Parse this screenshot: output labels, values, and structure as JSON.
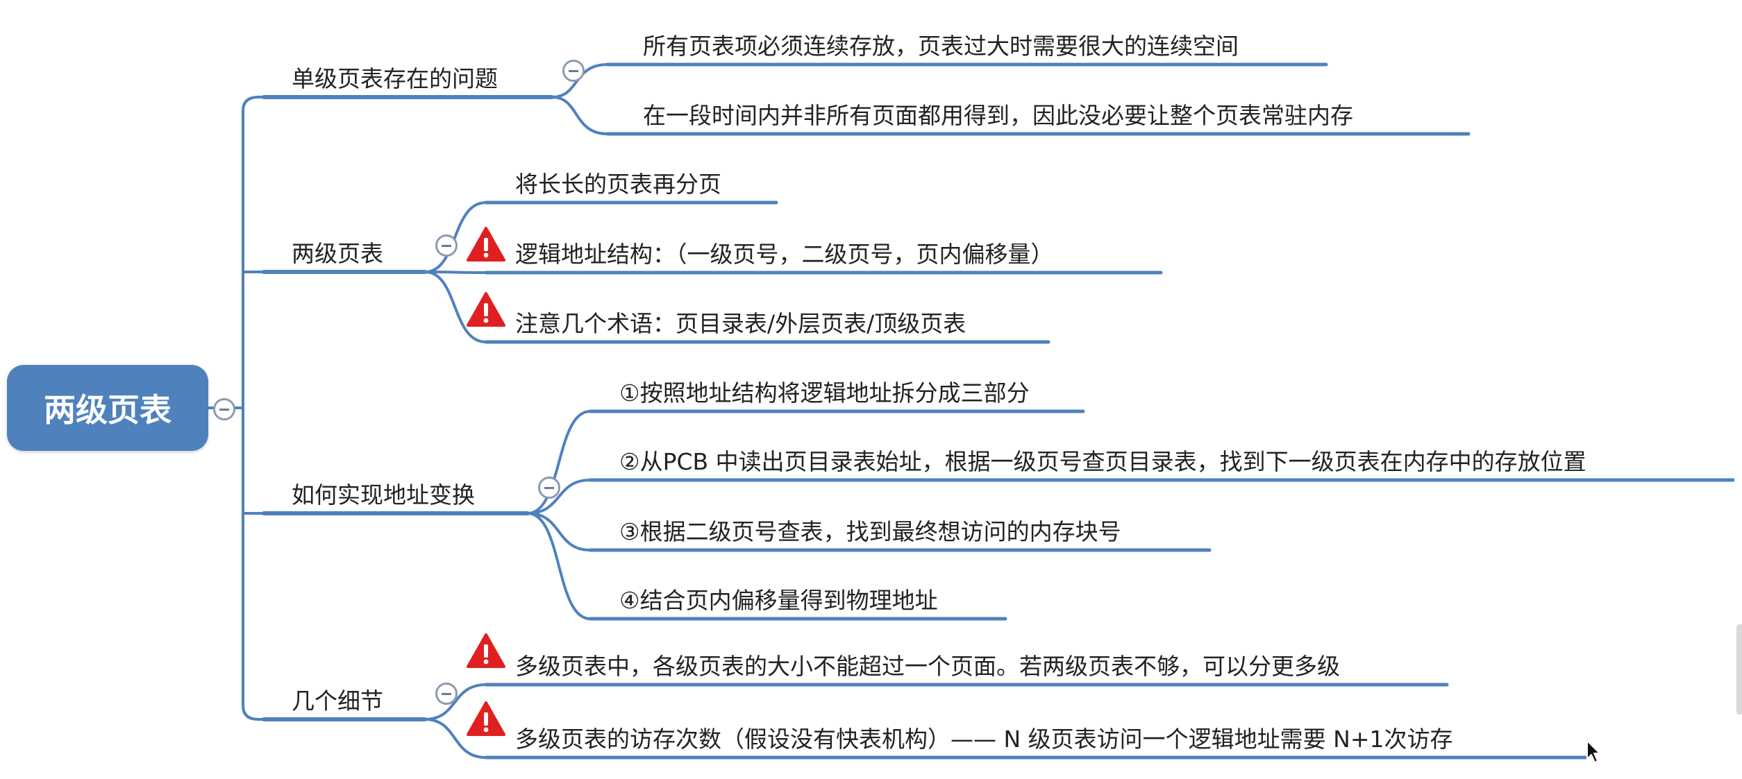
{
  "root": {
    "label": "两级页表"
  },
  "branches": [
    {
      "label": "单级页表存在的问题",
      "children": [
        {
          "text": "所有页表项必须连续存放，页表过大时需要很大的连续空间",
          "warning": false
        },
        {
          "text": "在一段时间内并非所有页面都用得到，因此没必要让整个页表常驻内存",
          "warning": false
        }
      ]
    },
    {
      "label": "两级页表",
      "children": [
        {
          "text": "将长长的页表再分页",
          "warning": false
        },
        {
          "text": "逻辑地址结构：（一级页号，二级页号，页内偏移量）",
          "warning": true
        },
        {
          "text": "注意几个术语：页目录表/外层页表/顶级页表",
          "warning": true
        }
      ]
    },
    {
      "label": "如何实现地址变换",
      "children": [
        {
          "text": "①按照地址结构将逻辑地址拆分成三部分",
          "warning": false
        },
        {
          "text": "②从PCB 中读出页目录表始址，根据一级页号查页目录表，找到下一级页表在内存中的存放位置",
          "warning": false
        },
        {
          "text": "③根据二级页号查表，找到最终想访问的内存块号",
          "warning": false
        },
        {
          "text": "④结合页内偏移量得到物理地址",
          "warning": false
        }
      ]
    },
    {
      "label": "几个细节",
      "children": [
        {
          "text": "多级页表中，各级页表的大小不能超过一个页面。若两级页表不够，可以分更多级",
          "warning": true
        },
        {
          "text": "多级页表的访存次数（假设没有快表机构）—— N 级页表访问一个逻辑地址需要 N+1次访存",
          "warning": true
        }
      ]
    }
  ],
  "colors": {
    "line": "#4f81bd",
    "connector": "#5b8cc7",
    "warning": "#e02020",
    "root_bg": "#4f81bd"
  },
  "icons": {
    "collapse": "collapse-minus-icon",
    "warning": "warning-triangle-icon",
    "cursor": "mouse-cursor-icon"
  }
}
